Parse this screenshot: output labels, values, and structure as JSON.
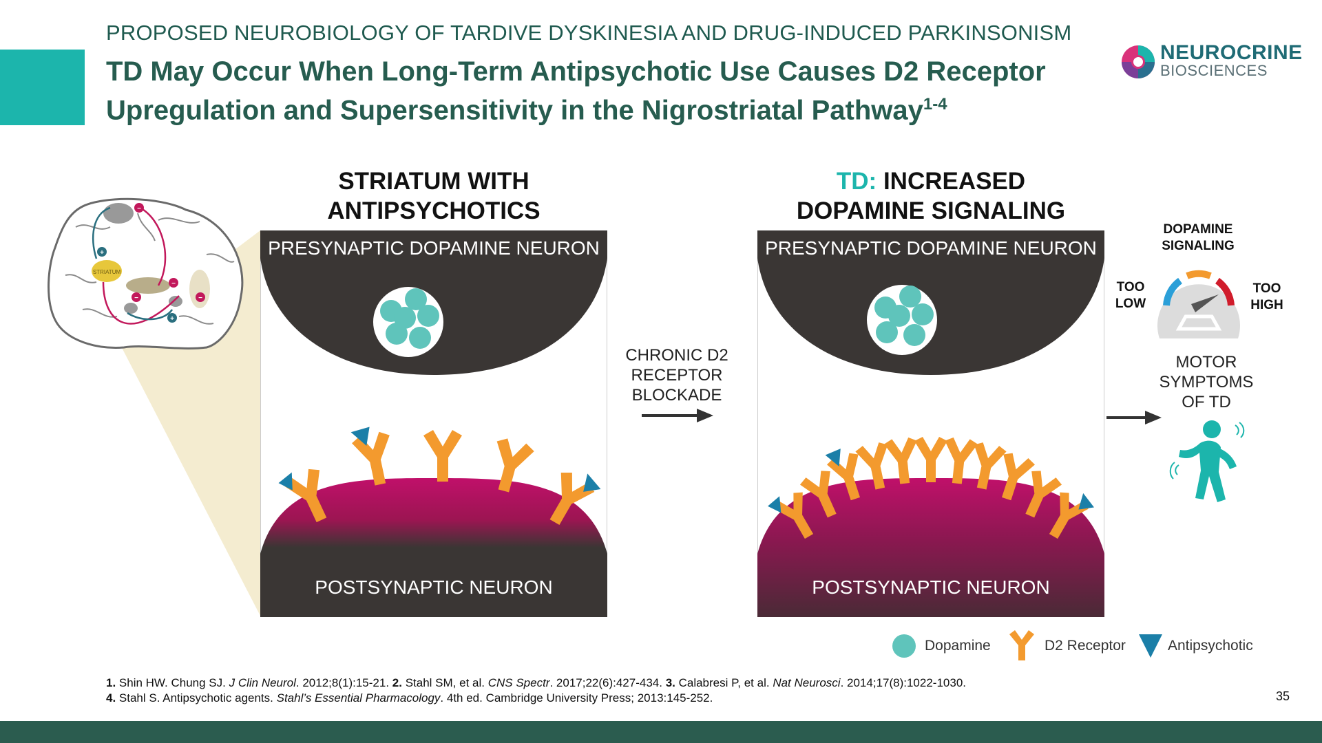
{
  "header": {
    "eyebrow": "PROPOSED NEUROBIOLOGY OF TARDIVE DYSKINESIA AND DRUG-INDUCED PARKINSONISM",
    "title_line1": "TD May Occur When Long-Term Antipsychotic Use Causes D2 Receptor",
    "title_line2": "Upregulation and Supersensitivity in the Nigrostriatal Pathway",
    "title_superscript": "1-4"
  },
  "logo": {
    "name": "NEUROCRINE",
    "sub": "BIOSCIENCES",
    "icon": "neurocrine-swirl-logo"
  },
  "brain": {
    "striatum_label": "STRIATUM"
  },
  "left_panel": {
    "heading_line1": "STRIATUM WITH",
    "heading_line2": "ANTIPSYCHOTICS",
    "top_label": "PRESYNAPTIC DOPAMINE NEURON",
    "bottom_label": "POSTSYNAPTIC NEURON"
  },
  "transition": {
    "line1": "CHRONIC D2",
    "line2": "RECEPTOR",
    "line3": "BLOCKADE"
  },
  "right_panel": {
    "heading_prefix": "TD:",
    "heading_line1_rest": " INCREASED",
    "heading_line2": "DOPAMINE SIGNALING",
    "top_label": "PRESYNAPTIC DOPAMINE NEURON",
    "bottom_label": "POSTSYNAPTIC NEURON"
  },
  "gauge": {
    "title_line1": "DOPAMINE",
    "title_line2": "SIGNALING",
    "low_line1": "TOO",
    "low_line2": "LOW",
    "high_line1": "TOO",
    "high_line2": "HIGH"
  },
  "outcome": {
    "line1": "MOTOR",
    "line2": "SYMPTOMS",
    "line3": "OF TD"
  },
  "legend": {
    "dopamine": "Dopamine",
    "d2_receptor": "D2 Receptor",
    "antipsychotic": "Antipsychotic"
  },
  "references": {
    "r1_num": "1.",
    "r1_a": " Shin HW. Chung SJ. ",
    "r1_journal": "J Clin Neurol",
    "r1_b": ". 2012;8(1):15-21. ",
    "r2_num": "2.",
    "r2_a": " Stahl SM, et al. ",
    "r2_journal": "CNS Spectr",
    "r2_b": ". 2017;22(6):427-434. ",
    "r3_num": "3.",
    "r3_a": " Calabresi P, et al. ",
    "r3_journal": "Nat Neurosci",
    "r3_b": ". 2014;17(8):1022-1030.",
    "r4_num": "4.",
    "r4_a": " Stahl S. Antipsychotic agents. ",
    "r4_book": "Stahl’s Essential Pharmacology",
    "r4_b": ". 4th ed. Cambridge University Press; 2013:145-252."
  },
  "page_number": "35",
  "colors": {
    "teal": "#1cb5ac",
    "title_green": "#265c4f",
    "dark_neuron": "#3a3634",
    "receptor_orange": "#f39a2e",
    "antipsychotic_blue": "#1b7fa8",
    "postsynaptic_magenta": "#b0105f",
    "footer": "#2b5c4f"
  }
}
